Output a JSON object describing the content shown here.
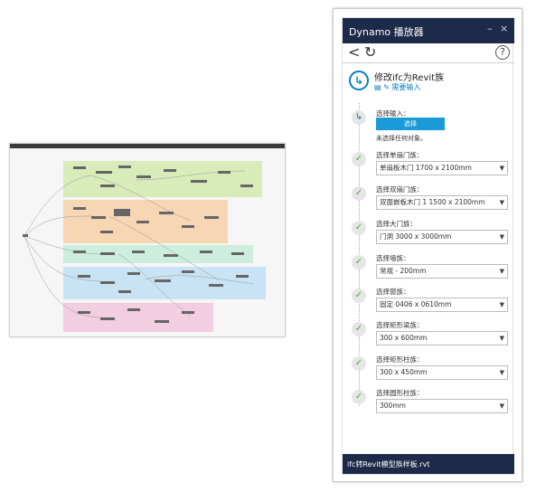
{
  "player": {
    "title": "Dynamo 播放器",
    "minimize": "–",
    "close": "×",
    "back_glyph": "<",
    "refresh_glyph": "↻",
    "help_glyph": "?",
    "script_title": "修改ifc为Revit族",
    "sub_label": "需要输入",
    "input_section": {
      "label": "选择输入：",
      "button_label": "选择",
      "hint": "未选择任何对象。"
    },
    "steps": [
      {
        "label": "选择单扇门族：",
        "value": "单扇板木门 1700 x 2100mm"
      },
      {
        "label": "选择双扇门族：",
        "value": "双面嵌板木门 1 1500 x 2100mm"
      },
      {
        "label": "选择大门族：",
        "value": "门洞 3000 x 3000mm"
      },
      {
        "label": "选择墙族：",
        "value": "常规 - 200mm"
      },
      {
        "label": "选择窗族：",
        "value": "固定 0406 x 0610mm"
      },
      {
        "label": "选择矩形梁族：",
        "value": "300 x 600mm"
      },
      {
        "label": "选择矩形柱族：",
        "value": "300 x 450mm"
      },
      {
        "label": "选择圆形柱族：",
        "value": "300mm"
      }
    ],
    "footer_file": "ifc转Revit模型族样板.rvt",
    "colors": {
      "titlebar": "#1e2a4a",
      "accent": "#0a7fc0",
      "button": "#1a9ad6",
      "check": "#5aa04a"
    }
  }
}
